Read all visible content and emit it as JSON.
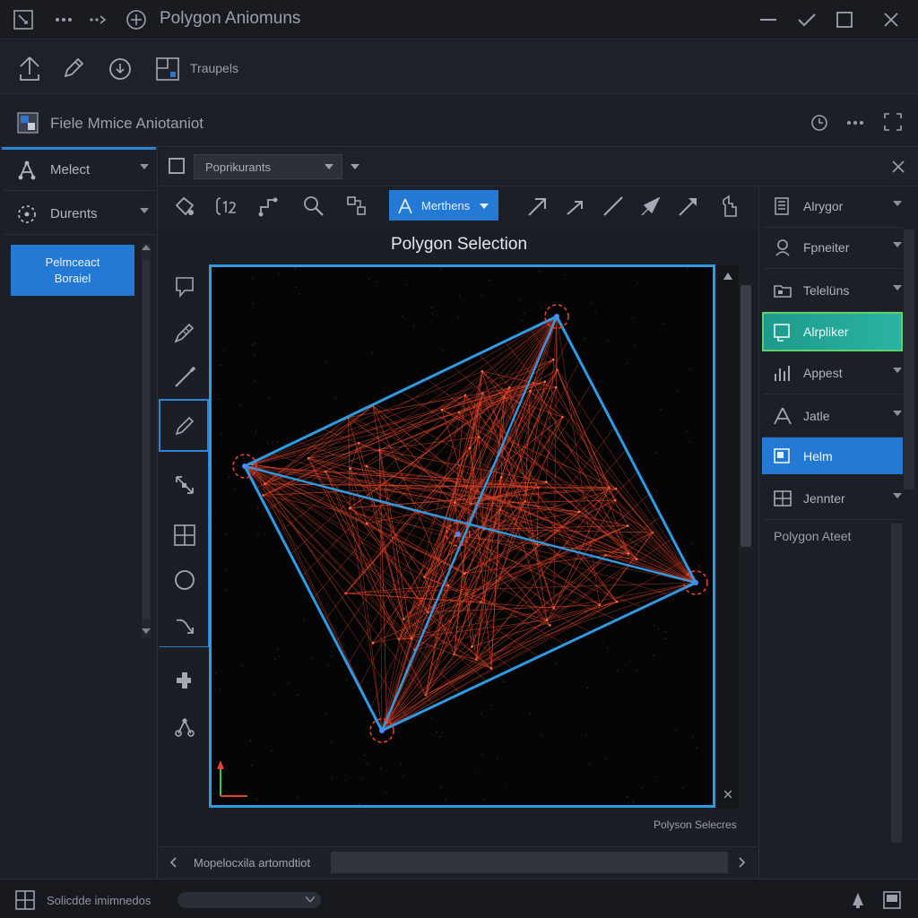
{
  "window": {
    "title": "Polygon Aniomuns"
  },
  "toolbar2": {
    "label": "Traupels"
  },
  "row3": {
    "title": "Fiele Mmice Aniotaniot"
  },
  "left_sidebar": {
    "items": [
      {
        "label": "Melect",
        "icon": "select-icon"
      },
      {
        "label": "Durents",
        "icon": "lasso-icon"
      }
    ],
    "button_label_line1": "Pelmceact",
    "button_label_line2": "Boraiel"
  },
  "center": {
    "dropdown_value": "Poprikurants",
    "mode_button_label": "Merthens",
    "canvas_title": "Polygon Selection",
    "canvas_caption": "Polyson Selecres",
    "status_label": "Mopelocxila artomdtiot"
  },
  "right_sidebar": {
    "items": [
      {
        "label": "Alrygor",
        "icon": "layers-icon",
        "has_dropdown": true,
        "state": "normal"
      },
      {
        "label": "Fpneiter",
        "icon": "group-icon",
        "has_dropdown": true,
        "state": "normal"
      },
      {
        "label": "Telelüns",
        "icon": "folder-icon",
        "has_dropdown": true,
        "state": "normal"
      },
      {
        "label": "Alrpliker",
        "icon": "panel-icon",
        "has_dropdown": false,
        "state": "selected-green"
      },
      {
        "label": "Appest",
        "icon": "chart-icon",
        "has_dropdown": true,
        "state": "normal"
      },
      {
        "label": "Jatle",
        "icon": "triangle-icon",
        "has_dropdown": true,
        "state": "normal"
      },
      {
        "label": "Helm",
        "icon": "image-icon",
        "has_dropdown": false,
        "state": "selected-blue"
      },
      {
        "label": "Jennter",
        "icon": "grid-icon",
        "has_dropdown": true,
        "state": "normal"
      }
    ],
    "footer": "Polygon Ateet"
  },
  "bottombar": {
    "label": "Solicdde imimnedos"
  },
  "colors": {
    "accent_blue": "#2379d4",
    "canvas_border": "#2d9be6",
    "mesh_red": "#e0442a",
    "accent_green": "#29b3a3"
  }
}
